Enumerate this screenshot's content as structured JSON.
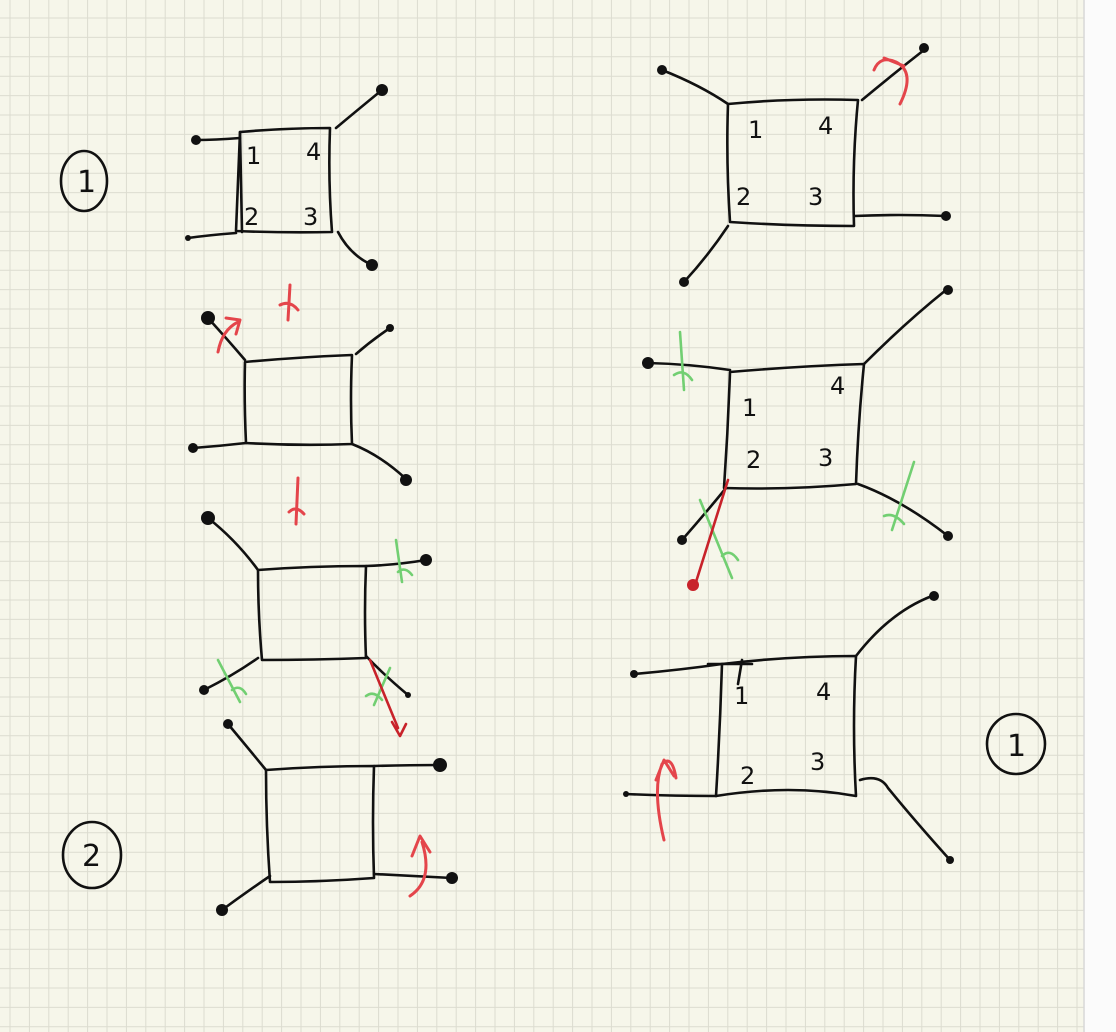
{
  "colors": {
    "paper": "#f6f6ea",
    "grid_line": "#dcdcd0",
    "ink_black": "#111111",
    "ink_red": "#e4454b",
    "ink_dark_red": "#c8222a",
    "ink_green": "#72cf72"
  },
  "markers": {
    "left_top": "1",
    "left_bottom": "2",
    "right_bottom": "1"
  },
  "labels": {
    "left": {
      "d1": {
        "c1": "1",
        "c2": "2",
        "c3": "3",
        "c4": "4"
      }
    },
    "right": {
      "d1": {
        "c1": "1",
        "c2": "2",
        "c3": "3",
        "c4": "4"
      },
      "d2": {
        "c1": "1",
        "c2": "2",
        "c3": "3",
        "c4": "4"
      },
      "d3": {
        "c1": "1",
        "c2": "2",
        "c3": "3",
        "c4": "4"
      }
    }
  }
}
